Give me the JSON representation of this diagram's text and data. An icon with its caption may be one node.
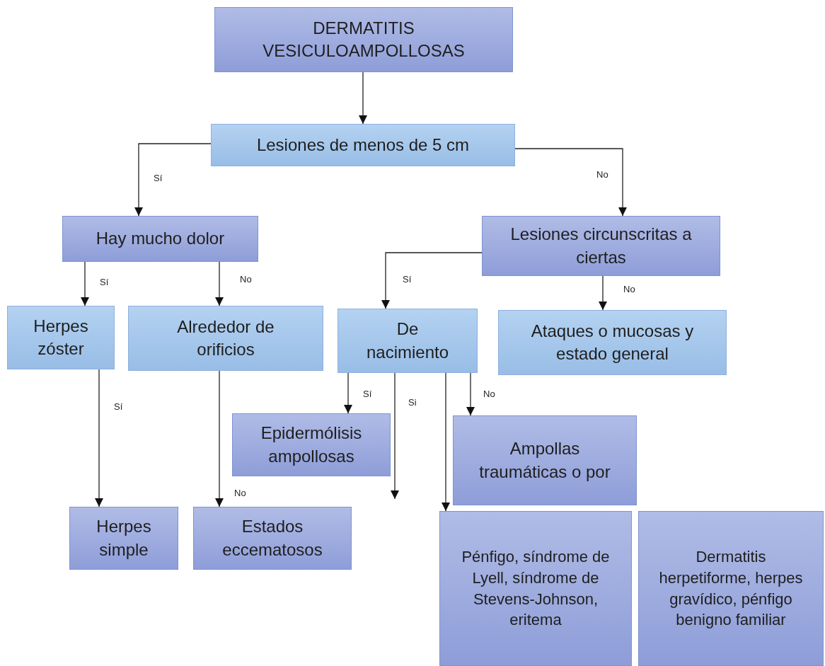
{
  "diagram": {
    "nodes": [
      {
        "text": [
          "DERMATITIS VESICULOAMPOLLOSAS"
        ]
      },
      {
        "text": [
          "Lesiones de menos de 5 cm"
        ]
      },
      {
        "text": [
          "Hay mucho dolor"
        ]
      },
      {
        "text": [
          "Lesiones circunscritas a ciertas"
        ]
      },
      {
        "text": [
          "Herpes zóster"
        ]
      },
      {
        "text": [
          "Alrededor de orificios"
        ]
      },
      {
        "text": [
          "De nacimiento"
        ]
      },
      {
        "text": [
          "Ataques o mucosas y estado general"
        ]
      },
      {
        "text": [
          "Epidermólisis ampollosas"
        ]
      },
      {
        "text": [
          "Ampollas traumáticas o por"
        ]
      },
      {
        "text": [
          "Herpes simple"
        ]
      },
      {
        "text": [
          "Estados eccematosos"
        ]
      },
      {
        "text": [
          "Pénfigo, síndrome de Lyell, síndrome de Stevens-Johnson, eritema"
        ]
      },
      {
        "text": [
          "Dermatitis herpetiforme, herpes gravídico, pénfigo benigno familiar"
        ]
      }
    ],
    "edges": [
      {
        "from": 0,
        "to": 1,
        "arrow": "to"
      },
      {
        "from": 1,
        "to": 2,
        "arrow": "to",
        "label": "Sí"
      },
      {
        "from": 1,
        "to": 3,
        "arrow": "to",
        "label": "No"
      },
      {
        "from": 2,
        "to": 4,
        "arrow": "to",
        "label": "Sí"
      },
      {
        "from": 2,
        "to": 5,
        "arrow": "to",
        "label": "No"
      },
      {
        "from": 3,
        "to": 6,
        "arrow": "to",
        "label": "Sí"
      },
      {
        "from": 3,
        "to": 7,
        "arrow": "to",
        "label": "No"
      },
      {
        "from": 6,
        "to": 8,
        "arrow": "to",
        "label": "Sí"
      },
      {
        "from": 6,
        "to": 9,
        "arrow": "to",
        "label": "No"
      },
      {
        "from": 6,
        "to": null,
        "arrow": "to",
        "label": "Si"
      },
      {
        "from": 6,
        "to": 12,
        "arrow": "to"
      },
      {
        "from": 4,
        "to": 10,
        "arrow": "to",
        "label": "Sí"
      },
      {
        "from": 5,
        "to": 11,
        "arrow": "to",
        "label": "No"
      }
    ]
  }
}
